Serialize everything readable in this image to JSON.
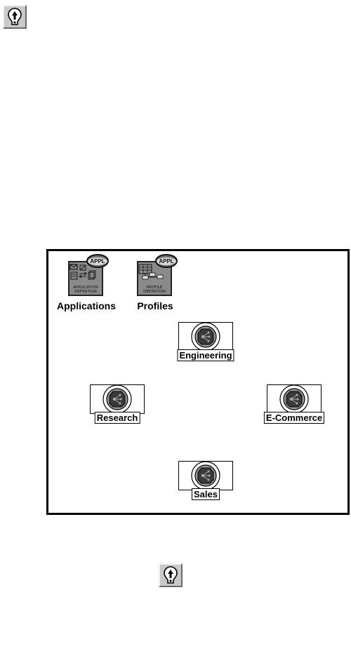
{
  "toolbar_buttons": [
    {
      "icon": "pointer-glyph-icon",
      "label": ""
    },
    {
      "icon": "pointer-glyph-icon",
      "label": ""
    }
  ],
  "workspace": {
    "definitions": [
      {
        "label": "Applications",
        "badge": "APPL",
        "caption": "APPLICATION DEFINITION",
        "icon": "application-definition-icon"
      },
      {
        "label": "Profiles",
        "badge": "APPL",
        "caption": "PROFILE DEFINITION",
        "icon": "profile-definition-icon"
      }
    ],
    "nodes": [
      {
        "label": "Engineering",
        "icon": "network-node-icon"
      },
      {
        "label": "Research",
        "icon": "network-node-icon"
      },
      {
        "label": "E-Commerce",
        "icon": "network-node-icon"
      },
      {
        "label": "Sales",
        "icon": "network-node-icon"
      }
    ]
  },
  "colors": {
    "button_face": "#c9c9c9",
    "icon_gray": "#8a8a8a",
    "node_dark": "#333333",
    "border": "#000000"
  }
}
